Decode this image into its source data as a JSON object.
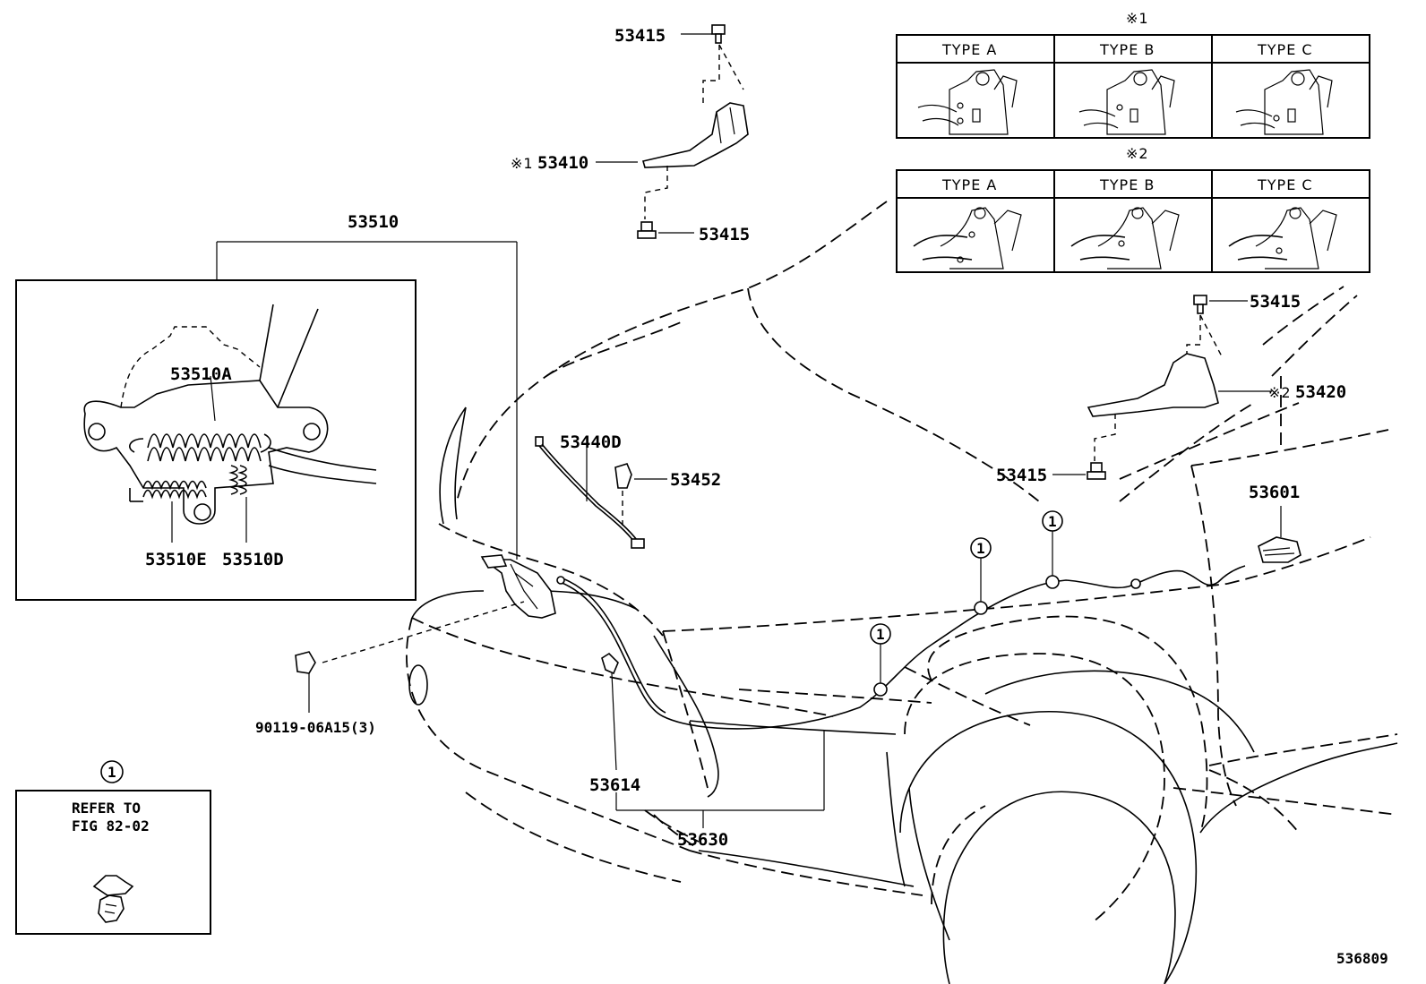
{
  "labels": {
    "p53415_top": "53415",
    "p53410": "53410",
    "p53415_mid": "53415",
    "p53510": "53510",
    "p53510A": "53510A",
    "p53510E": "53510E",
    "p53510D": "53510D",
    "p53440D": "53440D",
    "p53452": "53452",
    "p90119": "90119-06A15(3)",
    "p53415_right": "53415",
    "p53420": "53420",
    "p53415_right2": "53415",
    "p53601": "53601",
    "p53614": "53614",
    "p53630": "53630",
    "ref_circle": "1",
    "ref_line1": "REFER TO",
    "ref_line2": "FIG 82-02",
    "figure_number": "536809"
  },
  "notes": {
    "note1": "※1",
    "note2": "※2",
    "note1_prefix": "※1",
    "note2_prefix": "※2"
  },
  "type_tables": {
    "table1": [
      "TYPE  A",
      "TYPE  B",
      "TYPE  C"
    ],
    "table2": [
      "TYPE  A",
      "TYPE  B",
      "TYPE  C"
    ]
  },
  "callout_marker": "1"
}
